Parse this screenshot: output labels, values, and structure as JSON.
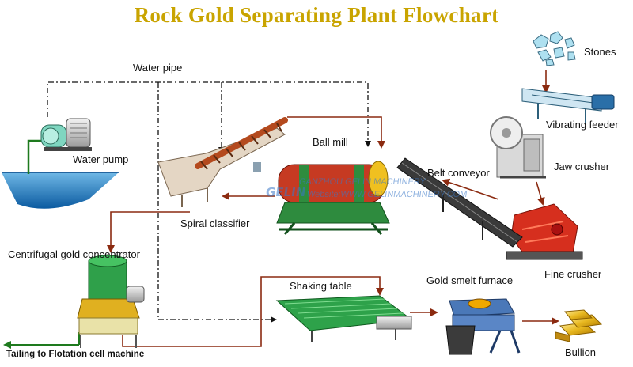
{
  "title": "Rock Gold Separating Plant Flowchart",
  "labels": {
    "water_pipe": "Water pipe",
    "water_pump": "Water pump",
    "stones": "Stones",
    "vibrating_feeder": "Vibrating feeder",
    "jaw_crusher": "Jaw crusher",
    "belt_conveyor": "Belt conveyor",
    "ball_mill": "Ball mill",
    "spiral_classifier": "Spiral classifier",
    "centrifugal_concentrator": "Centrifugal gold concentrator",
    "fine_crusher": "Fine crusher",
    "shaking_table": "Shaking table",
    "gold_smelt_furnace": "Gold smelt furnace",
    "bullion": "Bullion",
    "tailing": "Tailing to Flotation cell machine"
  },
  "watermark": {
    "line1": "GANZHOU GELIN MACHINERY",
    "line2": "Website:WWW.GELINMACHINERY.COM",
    "logo": "GELIN"
  },
  "colors": {
    "title": "#c9a400",
    "flow_arrow": "#8b2a10",
    "water_line": "#111111",
    "green_pipe": "#1e7a1e",
    "water": "#2a86c8",
    "machine_green": "#2e8b3e",
    "machine_red": "#c8321e"
  }
}
